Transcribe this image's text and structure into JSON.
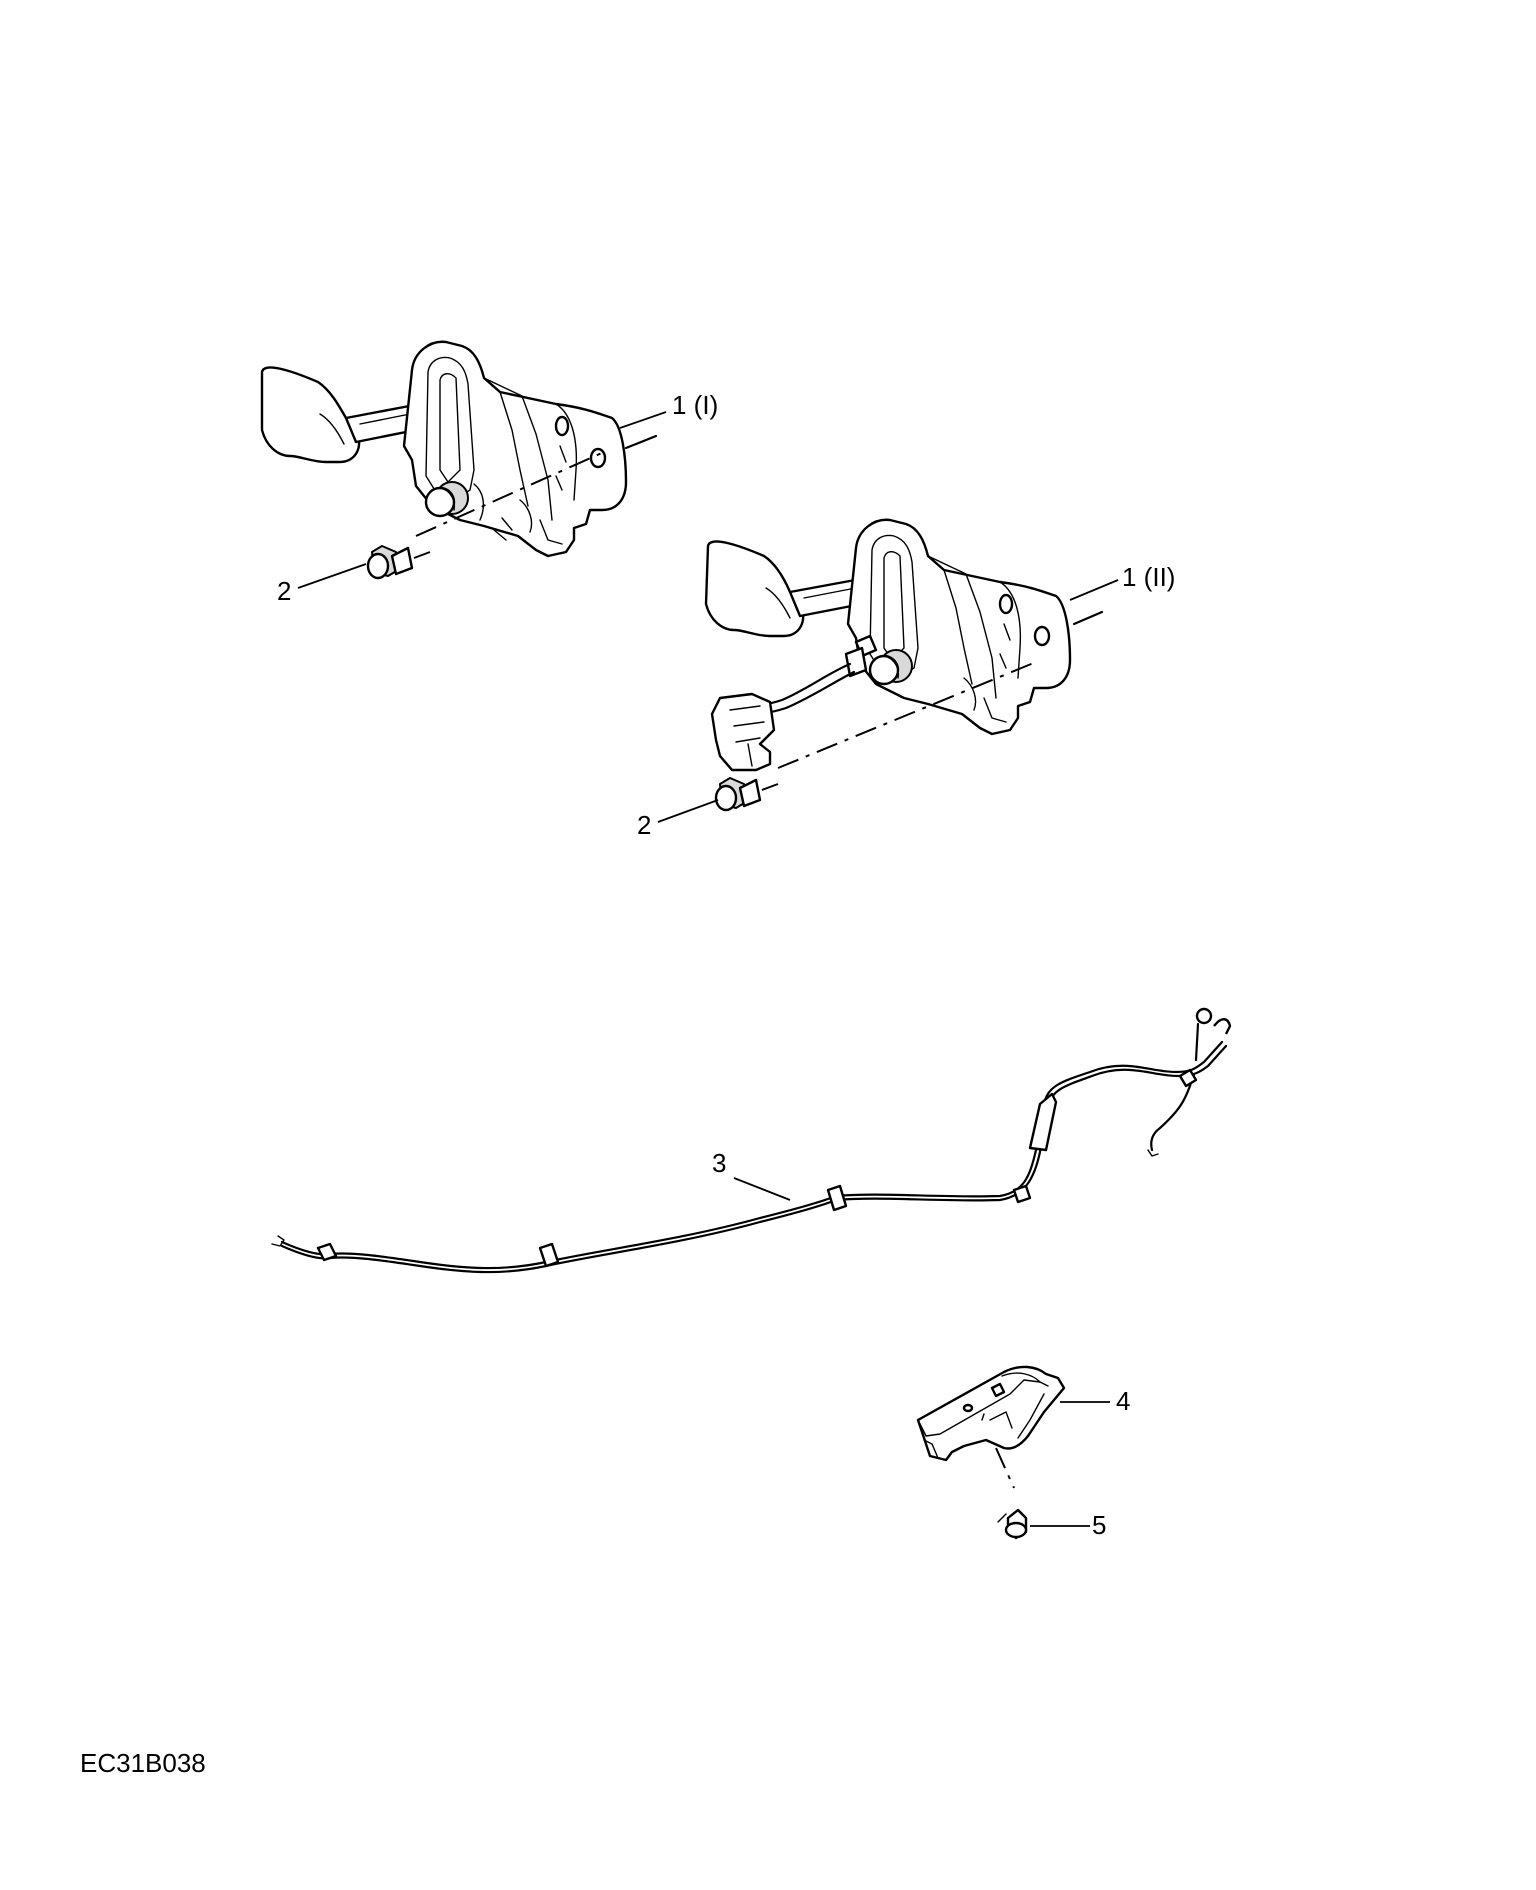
{
  "diagram": {
    "drawing_code": "EC31B038",
    "callouts": {
      "latch_1": "1 (I)",
      "latch_2": "1 (II)",
      "bolt_upper": "2",
      "bolt_lower": "2",
      "cable": "3",
      "handle": "4",
      "screw": "5"
    }
  }
}
